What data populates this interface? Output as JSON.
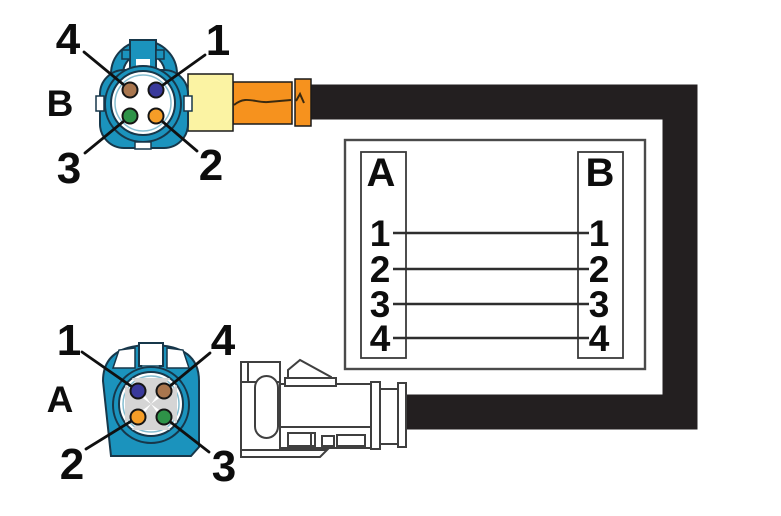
{
  "connector_b": {
    "designator": "B",
    "pins": {
      "top_left": "4",
      "top_right": "1",
      "bottom_left": "3",
      "bottom_right": "2"
    },
    "pin_colors": {
      "top_left": "#A9764E",
      "top_right": "#39399B",
      "bottom_left": "#2E9348",
      "bottom_right": "#F59D27"
    }
  },
  "connector_a": {
    "designator": "A",
    "pins": {
      "top_left": "1",
      "top_right": "4",
      "bottom_left": "2",
      "bottom_right": "3"
    },
    "pin_colors": {
      "top_left": "#39399B",
      "top_right": "#A9764E",
      "bottom_left": "#F59D27",
      "bottom_right": "#2E9348"
    }
  },
  "pin_map": {
    "left_header": "A",
    "right_header": "B",
    "rows": [
      {
        "a": "1",
        "b": "1"
      },
      {
        "a": "2",
        "b": "2"
      },
      {
        "a": "3",
        "b": "3"
      },
      {
        "a": "4",
        "b": "4"
      }
    ]
  },
  "colors": {
    "connector_teal": "#1B93BD",
    "boot_yellow": "#FBF3A3",
    "boot_orange": "#F6921E",
    "cable_black": "#231F20",
    "keyway_gray": "#D5D5D5"
  }
}
